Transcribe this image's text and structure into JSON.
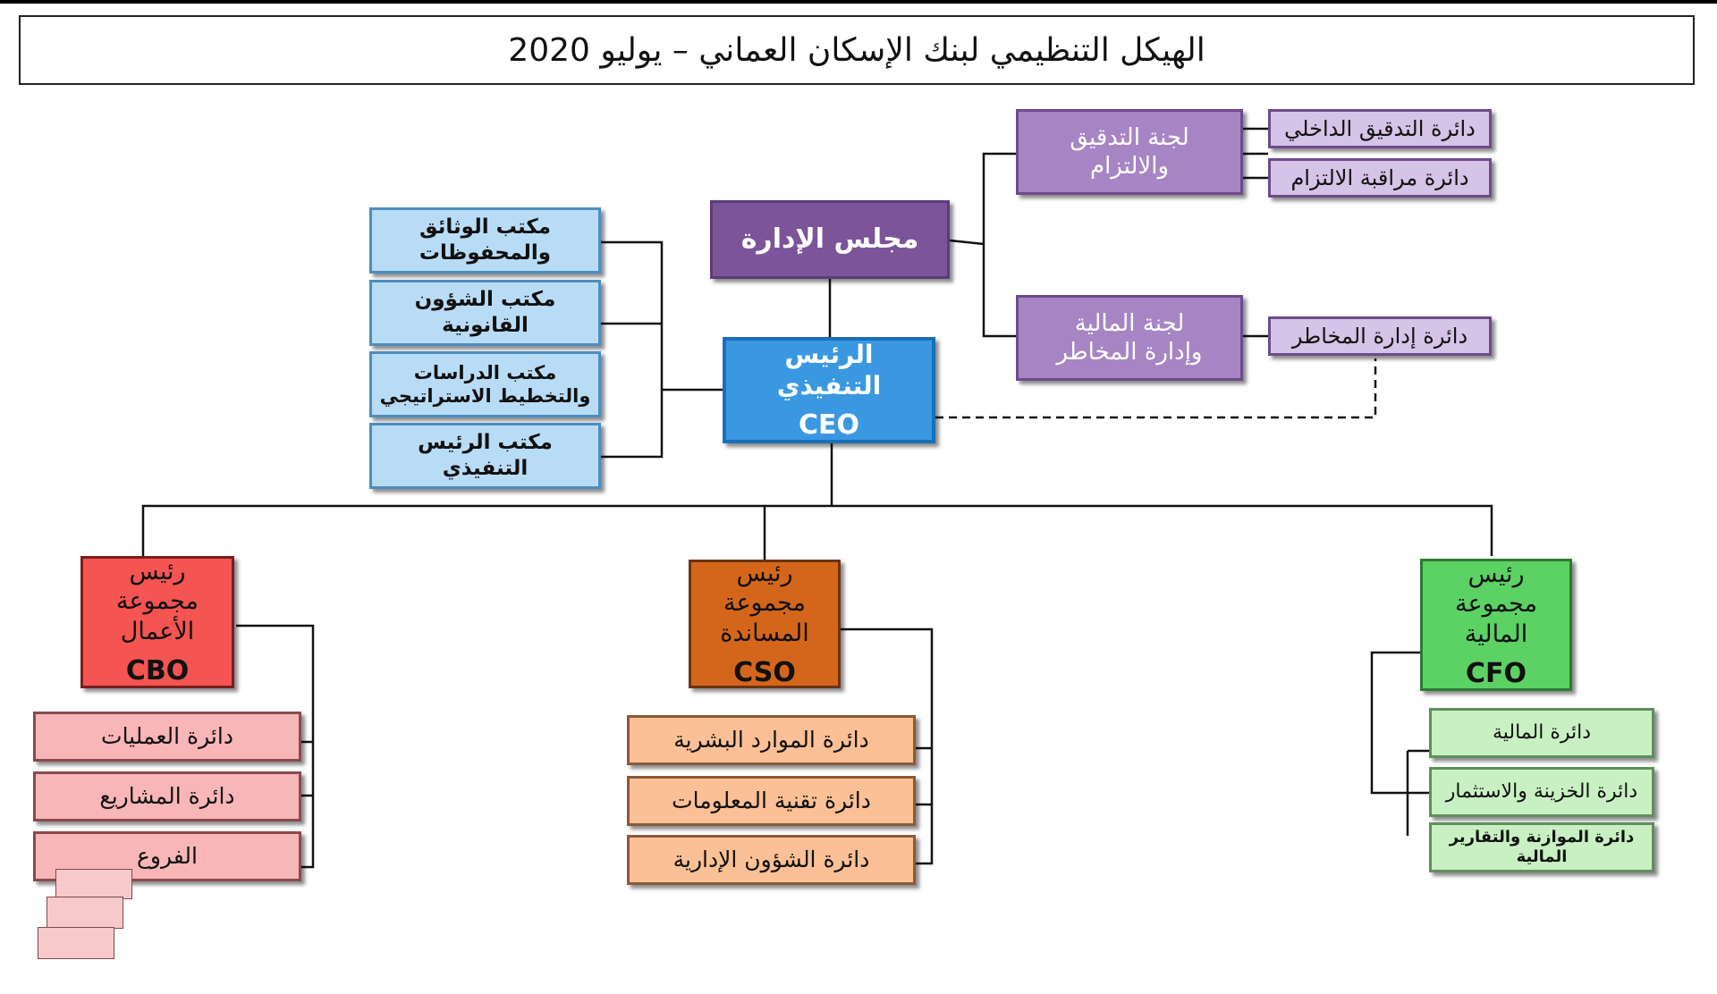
{
  "title": "الهيكل التنظيمي لبنك الإسكان العماني – يوليو 2020",
  "colors": {
    "board": "#7b5499",
    "committee": "#a785c4",
    "committee_dept": "#d6c3e8",
    "ceo": "#3a98e0",
    "ceo_office": "#b9dcf6",
    "cbo": "#f45452",
    "cbo_dept": "#f8b6b8",
    "cso": "#d4661b",
    "cso_dept": "#fbc095",
    "cfo": "#5cd164",
    "cfo_dept": "#c9f0c3"
  },
  "board": {
    "label": "مجلس الإدارة"
  },
  "committees": {
    "audit": {
      "line1": "لجنة التدقيق",
      "line2": "والالتزام"
    },
    "finance": {
      "line1": "لجنة المالية",
      "line2": "وإدارة المخاطر"
    }
  },
  "committee_departments": {
    "internal_audit": "دائرة التدقيق الداخلي",
    "compliance": "دائرة مراقبة الالتزام",
    "risk": "دائرة إدارة المخاطر"
  },
  "ceo": {
    "title": "الرئيس التنفيذي",
    "code": "CEO"
  },
  "ceo_offices": {
    "documents": {
      "line1": "مكتب الوثائق",
      "line2": "والمحفوظات"
    },
    "legal": "مكتب الشؤون القانونية",
    "studies": {
      "line1": "مكتب الدراسات",
      "line2": "والتخطيط الاستراتيجي"
    },
    "ceo_office": "مكتب الرئيس التنفيذي"
  },
  "cbo": {
    "line1": "رئيس مجموعة",
    "line2": "الأعمال",
    "code": "CBO",
    "departments": [
      "دائرة العمليات",
      "دائرة المشاريع",
      "الفروع"
    ]
  },
  "cso": {
    "line1": "رئيس مجموعة",
    "line2": "المساندة",
    "code": "CSO",
    "departments": [
      "دائرة الموارد البشرية",
      "دائرة تقنية المعلومات",
      "دائرة الشؤون الإدارية"
    ]
  },
  "cfo": {
    "line1": "رئيس مجموعة",
    "line2": "المالية",
    "code": "CFO",
    "departments": [
      "دائرة المالية",
      "دائرة الخزينة والاستثمار",
      "دائرة الموازنة والتقارير المالية"
    ]
  }
}
